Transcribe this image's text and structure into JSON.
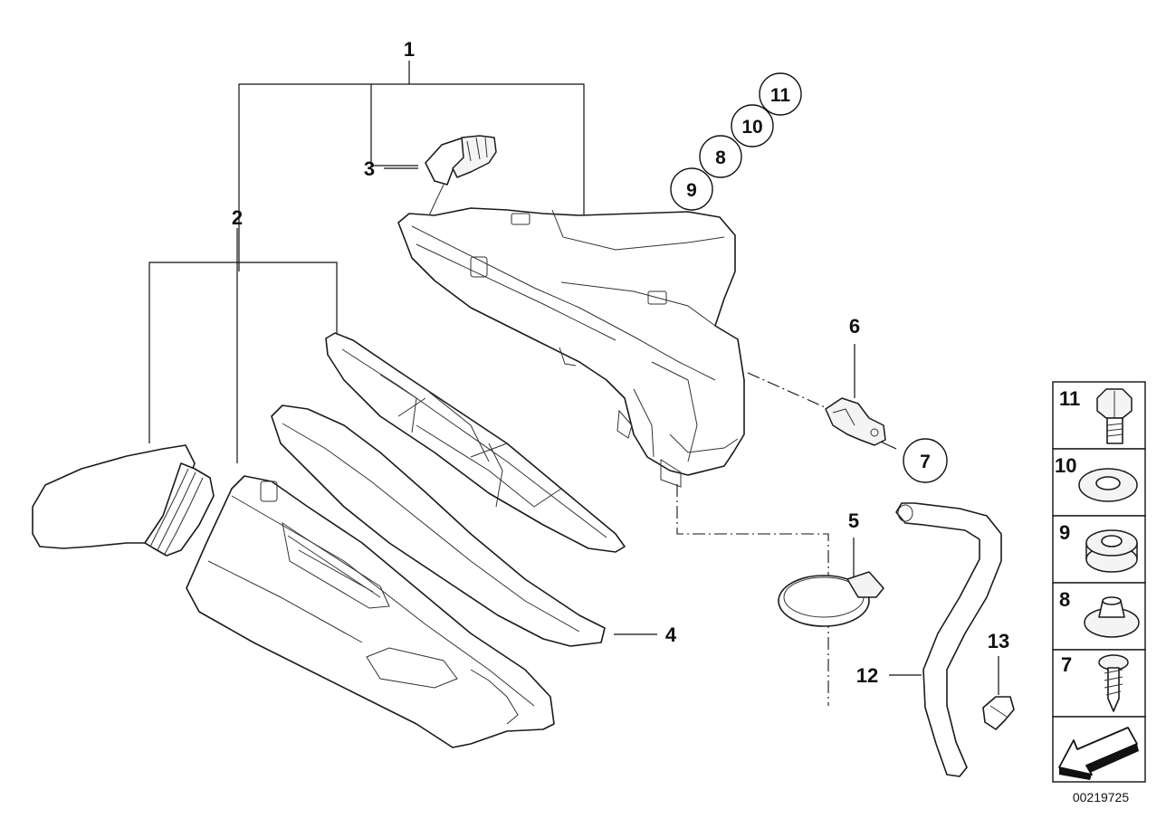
{
  "diagram": {
    "callouts": [
      "1",
      "2",
      "3",
      "4",
      "5",
      "6",
      "12",
      "13"
    ],
    "circled_callouts": [
      "11",
      "10",
      "8",
      "9",
      "7"
    ],
    "parts_panel": [
      "11",
      "10",
      "9",
      "8",
      "7"
    ],
    "reference_number": "00219725"
  }
}
